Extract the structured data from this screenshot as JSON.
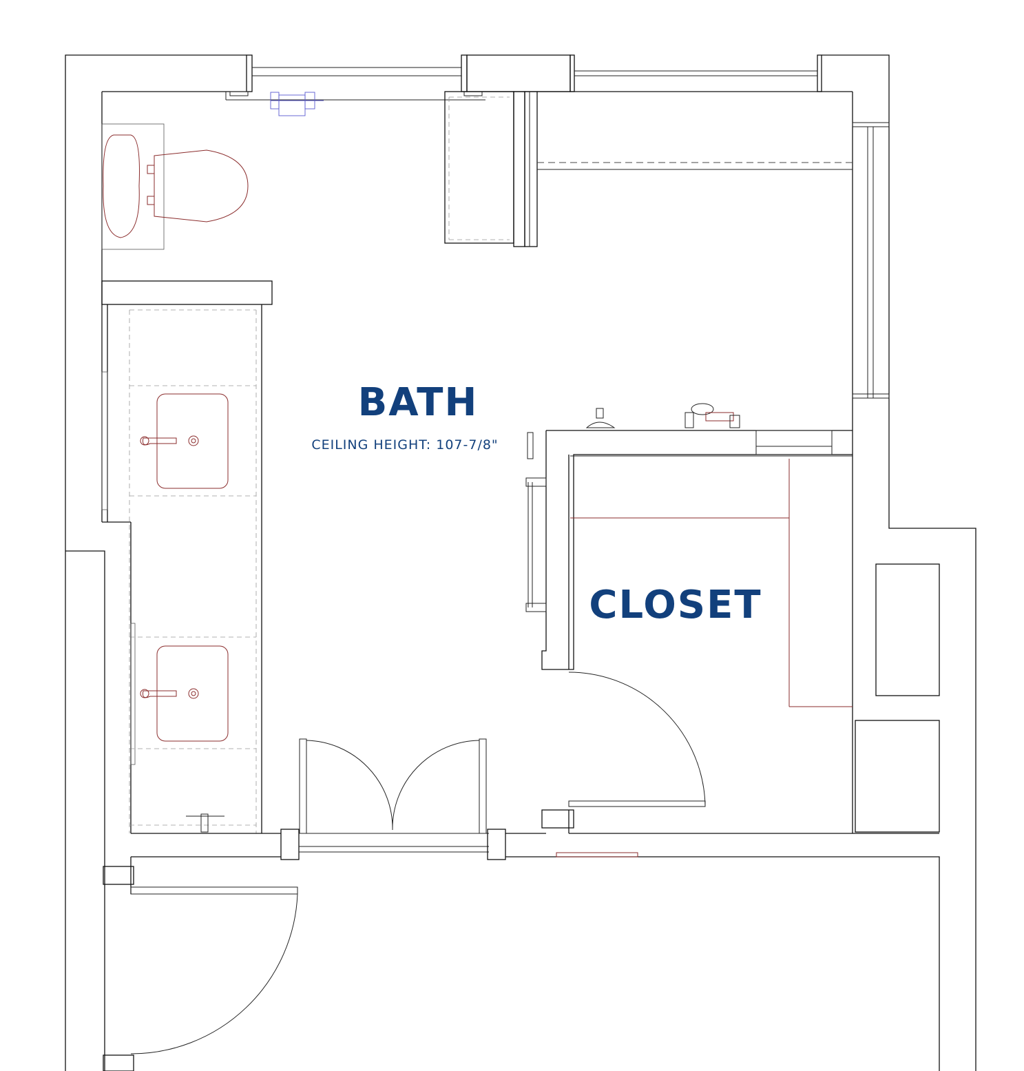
{
  "rooms": {
    "bath": {
      "name": "BATH",
      "ceiling": "CEILING HEIGHT: 107-7/8\""
    },
    "closet": {
      "name": "CLOSET"
    }
  },
  "colors": {
    "label": "#12407c",
    "walls": "#111111",
    "fixtures": "#8a2b2b",
    "window_fixture": "#5a5ad0"
  }
}
